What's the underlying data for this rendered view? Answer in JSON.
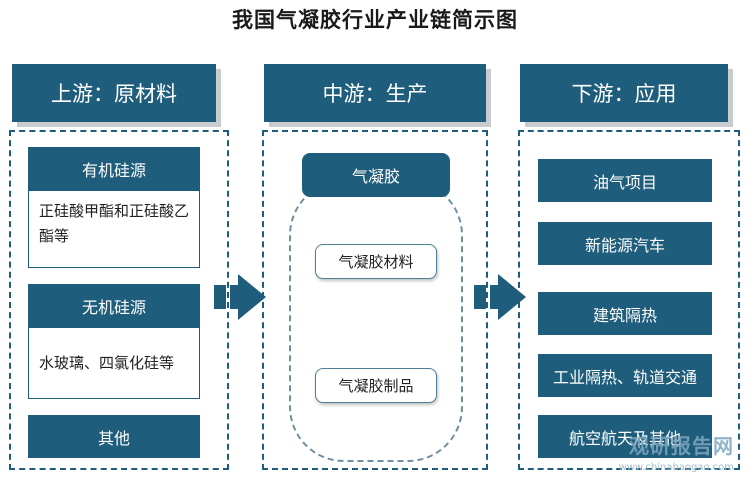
{
  "title": "我国气凝胶行业产业链简示图",
  "colors": {
    "primary": "#1f5d7c",
    "shadow": "#c8ccd0",
    "arrow": "#1f5d7c"
  },
  "upstream": {
    "header": "上游：原材料",
    "organic": {
      "label": "有机硅源",
      "detail": "正硅酸甲酯和正硅酸乙酯等"
    },
    "inorganic": {
      "label": "无机硅源",
      "detail": "水玻璃、四氯化硅等"
    },
    "other": "其他"
  },
  "midstream": {
    "header": "中游：生产",
    "main": "气凝胶",
    "items": [
      "气凝胶材料",
      "气凝胶制品"
    ]
  },
  "downstream": {
    "header": "下游：应用",
    "items": [
      "油气项目",
      "新能源汽车",
      "建筑隔热",
      "工业隔热、轨道交通",
      "航空航天及其他"
    ]
  },
  "watermark": {
    "brand": "观研报告网",
    "url": "www.chinabaogao.com"
  }
}
